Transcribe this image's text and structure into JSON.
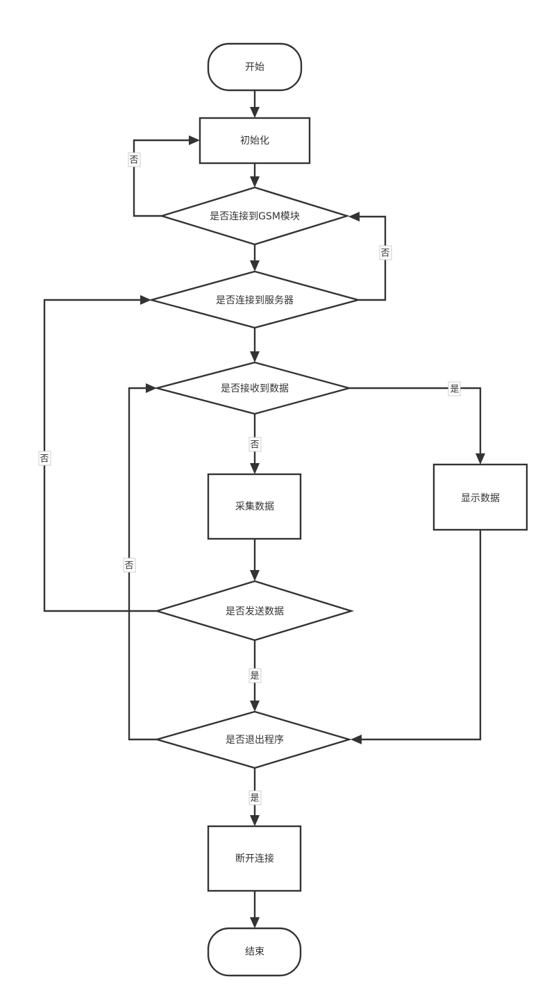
{
  "diagram": {
    "type": "flowchart",
    "nodes": [
      {
        "id": "start",
        "shape": "terminator",
        "label": "开始"
      },
      {
        "id": "init",
        "shape": "process",
        "label": "初始化"
      },
      {
        "id": "gsm",
        "shape": "decision",
        "label": "是否连接到GSM模块"
      },
      {
        "id": "server",
        "shape": "decision",
        "label": "是否连接到服务器"
      },
      {
        "id": "recv",
        "shape": "decision",
        "label": "是否接收到数据"
      },
      {
        "id": "collect",
        "shape": "process",
        "label": "采集数据"
      },
      {
        "id": "show",
        "shape": "process",
        "label": "显示数据"
      },
      {
        "id": "send",
        "shape": "decision",
        "label": "是否发送数据"
      },
      {
        "id": "quit",
        "shape": "decision",
        "label": "是否退出程序"
      },
      {
        "id": "disconnect",
        "shape": "process",
        "label": "断开连接"
      },
      {
        "id": "end",
        "shape": "terminator",
        "label": "结束"
      }
    ],
    "edges": [
      {
        "from": "start",
        "to": "init",
        "label": ""
      },
      {
        "from": "init",
        "to": "gsm",
        "label": ""
      },
      {
        "from": "gsm",
        "to": "init",
        "label": "否"
      },
      {
        "from": "gsm",
        "to": "server",
        "label": ""
      },
      {
        "from": "server",
        "to": "gsm",
        "label": "否"
      },
      {
        "from": "server",
        "to": "recv",
        "label": ""
      },
      {
        "from": "recv",
        "to": "show",
        "label": "是"
      },
      {
        "from": "recv",
        "to": "collect",
        "label": "否"
      },
      {
        "from": "collect",
        "to": "send",
        "label": ""
      },
      {
        "from": "send",
        "to": "server",
        "label": "否"
      },
      {
        "from": "send",
        "to": "quit",
        "label": "是"
      },
      {
        "from": "show",
        "to": "quit",
        "label": ""
      },
      {
        "from": "quit",
        "to": "recv",
        "label": "否"
      },
      {
        "from": "quit",
        "to": "disconnect",
        "label": "是"
      },
      {
        "from": "disconnect",
        "to": "end",
        "label": ""
      }
    ]
  },
  "colors": {
    "stroke": "#333333",
    "fill": "#ffffff",
    "text": "#333333"
  }
}
